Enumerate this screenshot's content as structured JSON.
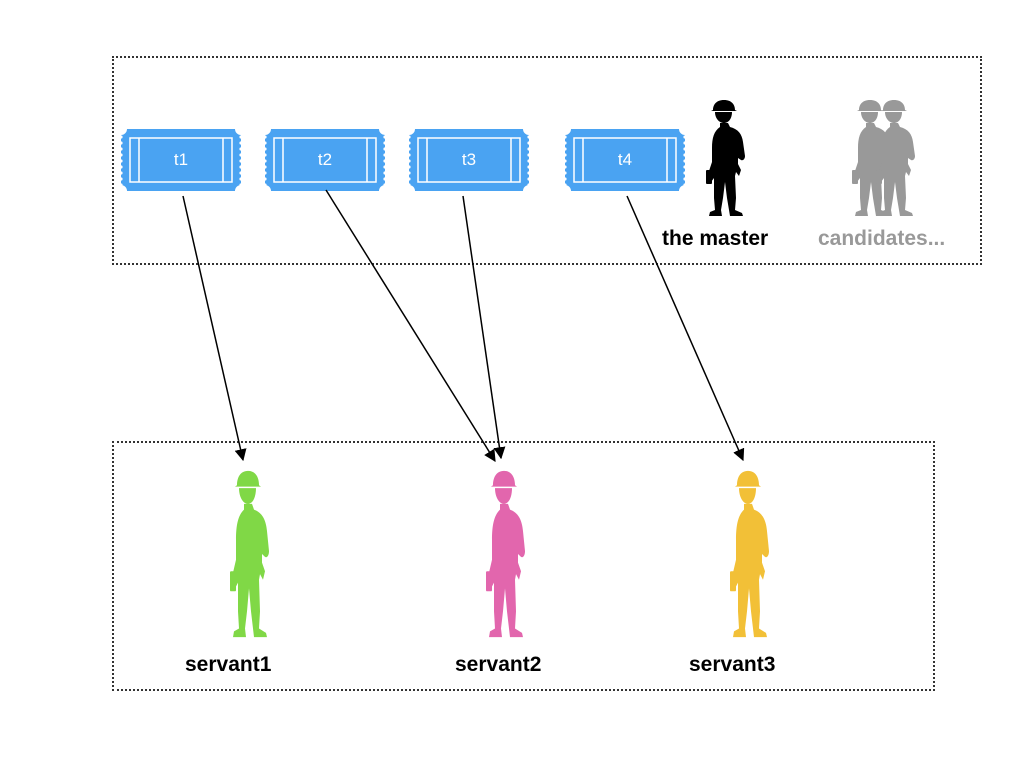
{
  "colors": {
    "ticket": "#4aa3f2",
    "master": "#000000",
    "candidates": "#999999",
    "servant1": "#80d846",
    "servant2": "#e266ad",
    "servant3": "#f2c037",
    "arrow": "#000000",
    "border": "#333333"
  },
  "tickets": [
    {
      "label": "t1"
    },
    {
      "label": "t2"
    },
    {
      "label": "t3"
    },
    {
      "label": "t4"
    }
  ],
  "master": {
    "label": "the master",
    "icon": "worker-silhouette-icon"
  },
  "candidates": {
    "label": "candidates...",
    "icon": "worker-group-silhouette-icon"
  },
  "servants": [
    {
      "label": "servant1",
      "icon": "worker-silhouette-icon"
    },
    {
      "label": "servant2",
      "icon": "worker-silhouette-icon"
    },
    {
      "label": "servant3",
      "icon": "worker-silhouette-icon"
    }
  ],
  "assignments": [
    {
      "from": "t1",
      "to": "servant1"
    },
    {
      "from": "t2",
      "to": "servant2"
    },
    {
      "from": "t3",
      "to": "servant2"
    },
    {
      "from": "t4",
      "to": "servant3"
    }
  ]
}
